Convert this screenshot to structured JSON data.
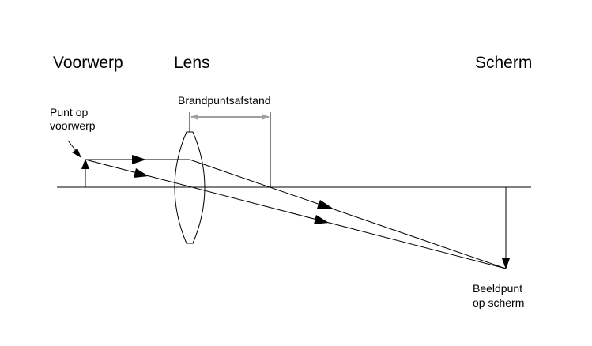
{
  "labels": {
    "object": "Voorwerp",
    "lens": "Lens",
    "screen": "Scherm",
    "focal_length": "Brandpuntsafstand",
    "object_point_line1": "Punt op",
    "object_point_line2": "voorwerp",
    "image_point_line1": "Beeldpunt",
    "image_point_line2": "op scherm"
  },
  "colors": {
    "line": "#000000",
    "focal_arrow": "#a0a0a0",
    "background": "#ffffff"
  }
}
